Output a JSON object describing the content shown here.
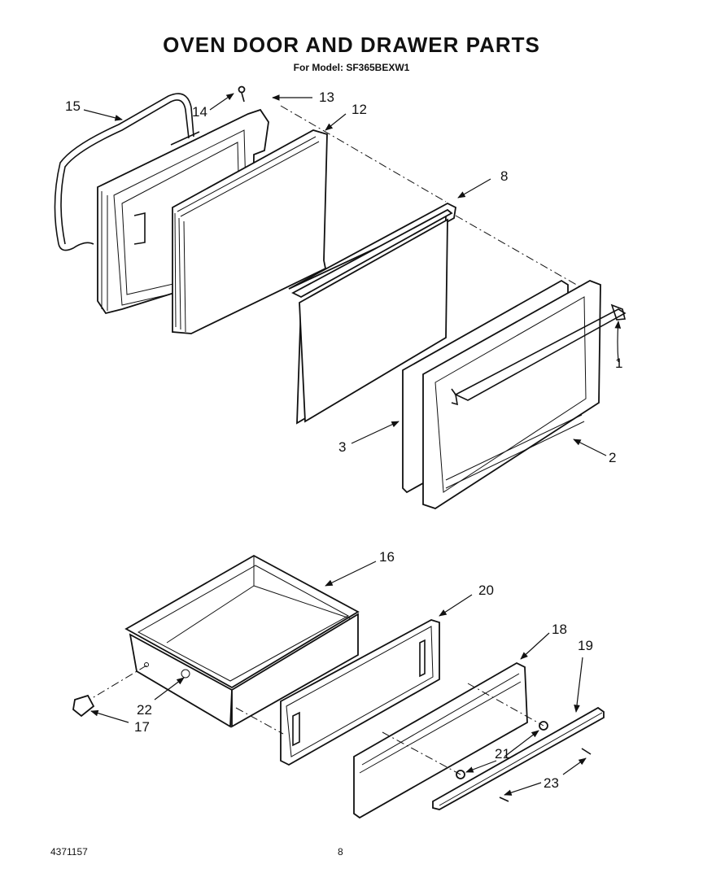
{
  "title": "OVEN DOOR AND DRAWER PARTS",
  "subtitle": "For Model: SF365BEXW1",
  "footer": {
    "doc_number": "4371157",
    "page_number": "8"
  },
  "callouts": [
    "1",
    "2",
    "3",
    "8",
    "12",
    "13",
    "14",
    "15",
    "16",
    "17",
    "18",
    "19",
    "20",
    "21",
    "22",
    "23"
  ]
}
